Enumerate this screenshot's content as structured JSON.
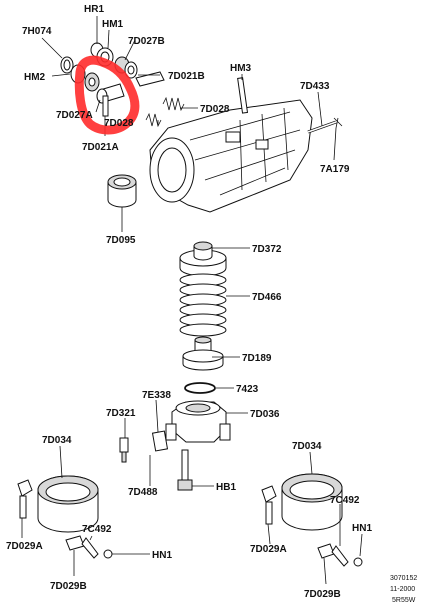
{
  "labels": {
    "hr1": "HR1",
    "hm1": "HM1",
    "7h074": "7H074",
    "7d027b": "7D027B",
    "hm2": "HM2",
    "7d021b": "7D021B",
    "hm3": "HM3",
    "7d433": "7D433",
    "7d027a": "7D027A",
    "7d028_a": "7D028",
    "7d028_b": "7D028",
    "7d021a": "7D021A",
    "7a179": "7A179",
    "7d095": "7D095",
    "7d372": "7D372",
    "7d466": "7D466",
    "7d189": "7D189",
    "7423": "7423",
    "7e338": "7E338",
    "7d321": "7D321",
    "7d036": "7D036",
    "7d034_l": "7D034",
    "7d034_r": "7D034",
    "hb1": "HB1",
    "7d488": "7D488",
    "7c492_l": "7C492",
    "7c492_r": "7C492",
    "7d029a_l": "7D029A",
    "7d029a_r": "7D029A",
    "hn1_l": "HN1",
    "hn1_r": "HN1",
    "7d029b_l": "7D029B",
    "7d029b_r": "7D029B"
  },
  "footer": {
    "line1": "3070152",
    "line2": "11-2000",
    "line3": "5R55W"
  },
  "highlight_color": "#ff2b2b"
}
